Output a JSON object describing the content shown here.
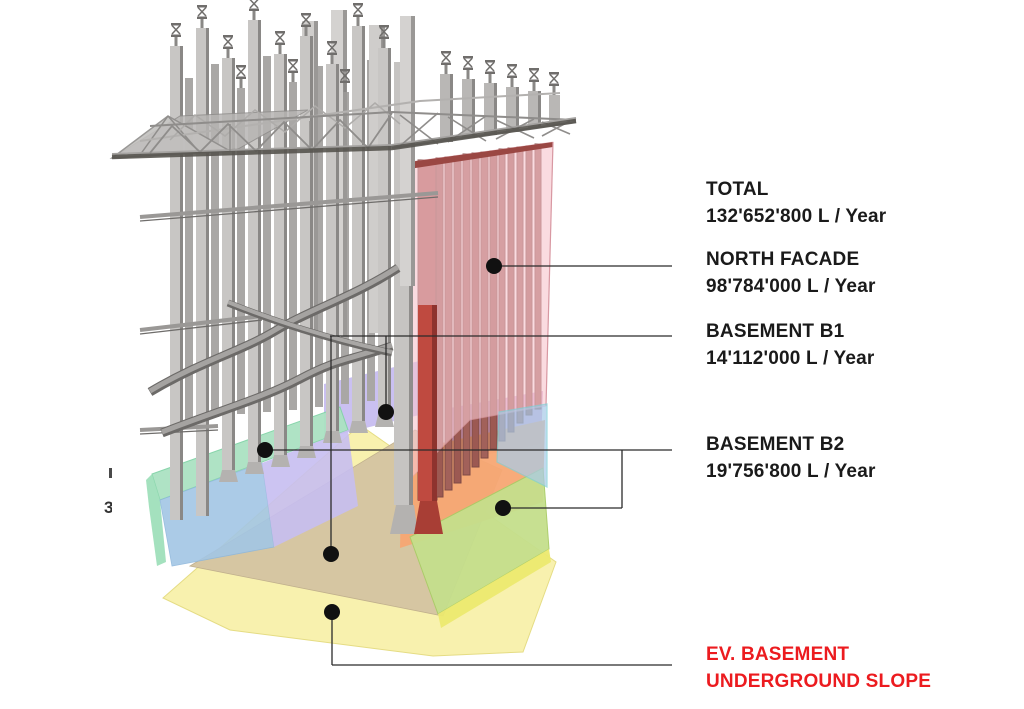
{
  "annotations": [
    {
      "id": "total",
      "line1": "TOTAL",
      "line2": "132'652'800 L / Year",
      "color": "#1a1a1a"
    },
    {
      "id": "north_facade",
      "line1": "NORTH FACADE",
      "line2": "98'784'000 L / Year",
      "color": "#1a1a1a"
    },
    {
      "id": "basement_b1",
      "line1": "BASEMENT B1",
      "line2": "14'112'000 L / Year",
      "color": "#1a1a1a"
    },
    {
      "id": "basement_b2",
      "line1": "BASEMENT B2",
      "line2": "19'756'800 L / Year",
      "color": "#1a1a1a"
    },
    {
      "id": "ev_basement",
      "line1": "EV. BASEMENT",
      "line2": "UNDERGROUND SLOPE",
      "color": "#ec1b1f"
    }
  ],
  "edge_fragment": "3",
  "colors": {
    "background": "#ffffff",
    "facade_pink": "#f7c6ce",
    "facade_top_edge": "#9a4743",
    "facade_piles_red": "#9c5952",
    "facade_pile_bright_red": "#bf4a40",
    "basement_b1_purple": "#c5bbf0",
    "basement_b2_green": "#c5df8c",
    "basement_b2_edge_yellow": "#ece96f",
    "wall_band_green": "#abe2c2",
    "wall_face_blue": "#a3c6e5",
    "wall_face_lavender": "#c7bef1",
    "glass_panel_blue": "#a9cbe8",
    "inner_face_orange": "#f7a673",
    "inner_face_magenta": "#daa5d5",
    "floor_tan": "#d5c5a2",
    "slope_yellow": "#f8f0a8",
    "structure_gray": "#c8c6c4",
    "leader_line": "#2b2b2b"
  }
}
